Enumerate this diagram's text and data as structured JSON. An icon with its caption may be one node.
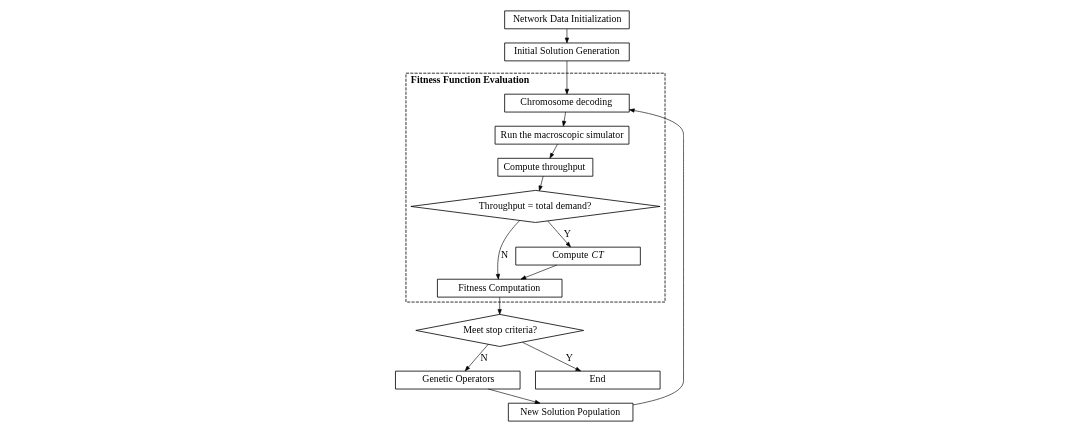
{
  "diagram": {
    "nodes": [
      {
        "text": [
          "Network Data Initialization"
        ]
      },
      {
        "text": [
          "Initial Solution Generation"
        ]
      },
      {
        "text": [
          "New Solution Population"
        ]
      },
      {
        "text": [
          "Genetic Operators"
        ]
      },
      {
        "text": [
          "Meet stop criteria?"
        ]
      },
      {
        "text": [
          "End"
        ]
      },
      {
        "text": [
          "Fitness Function Evaluation"
        ]
      },
      {
        "text": [
          "Chromosome decoding"
        ],
        "in": 6
      },
      {
        "text": [
          "Run the macroscopic simulator"
        ],
        "in": 6
      },
      {
        "text": [
          "Compute throughput"
        ],
        "in": 6
      },
      {
        "text": [
          "Throughput = total demand?"
        ],
        "in": 6
      },
      {
        "text": [
          "Fitness Computation"
        ],
        "in": 6
      },
      {
        "text": [
          "Compute *CT*"
        ],
        "in": 6
      }
    ],
    "edges": [
      {
        "from": 0,
        "to": 1,
        "arrow": "to"
      },
      {
        "from": 1,
        "to": 7,
        "arrow": "to"
      },
      {
        "from": 2,
        "to": 7,
        "arrow": "to"
      },
      {
        "from": 3,
        "to": 2,
        "arrow": "to"
      },
      {
        "from": 4,
        "to": 3,
        "arrow": "to",
        "label": "N"
      },
      {
        "from": 4,
        "to": 5,
        "arrow": "to",
        "label": "Y"
      },
      {
        "from": 11,
        "to": 4,
        "arrow": "to"
      },
      {
        "from": 7,
        "to": 8,
        "arrow": "to"
      },
      {
        "from": 8,
        "to": 9,
        "arrow": "to"
      },
      {
        "from": 9,
        "to": 10,
        "arrow": "to"
      },
      {
        "from": 10,
        "to": 11,
        "arrow": "to",
        "label": "N"
      },
      {
        "from": 10,
        "to": 12,
        "arrow": "to",
        "label": "Y"
      },
      {
        "from": 12,
        "to": 11,
        "arrow": "to"
      }
    ]
  }
}
